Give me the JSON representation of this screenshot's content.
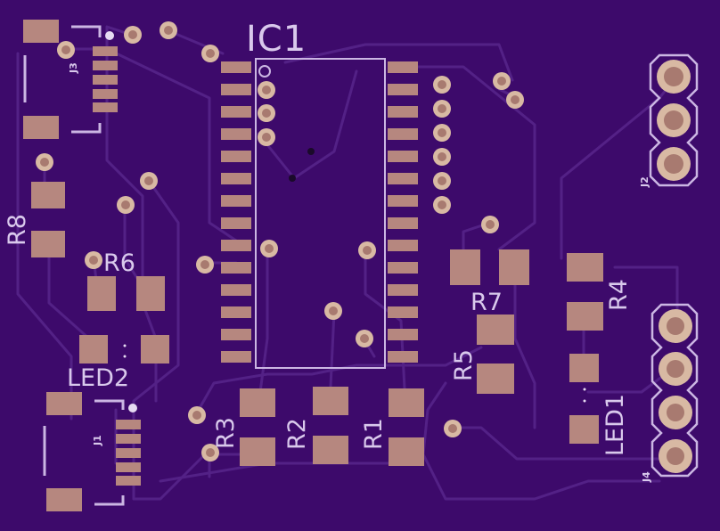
{
  "board": {
    "background_color": "#3d0a6b",
    "trace_color": "#5a2a8c",
    "pad_color": "#b6877f",
    "via_ring_color": "#d8b9a3",
    "silkscreen_color": "#d9c9ec"
  },
  "labels": {
    "ic1": "IC1",
    "r1": "R1",
    "r2": "R2",
    "r3": "R3",
    "r4": "R4",
    "r5": "R5",
    "r6": "R6",
    "r7": "R7",
    "r8": "R8",
    "led1": "LED1",
    "led2": "LED2",
    "j1": "J1",
    "j2": "J2",
    "j3": "J3",
    "j4": "J4"
  }
}
